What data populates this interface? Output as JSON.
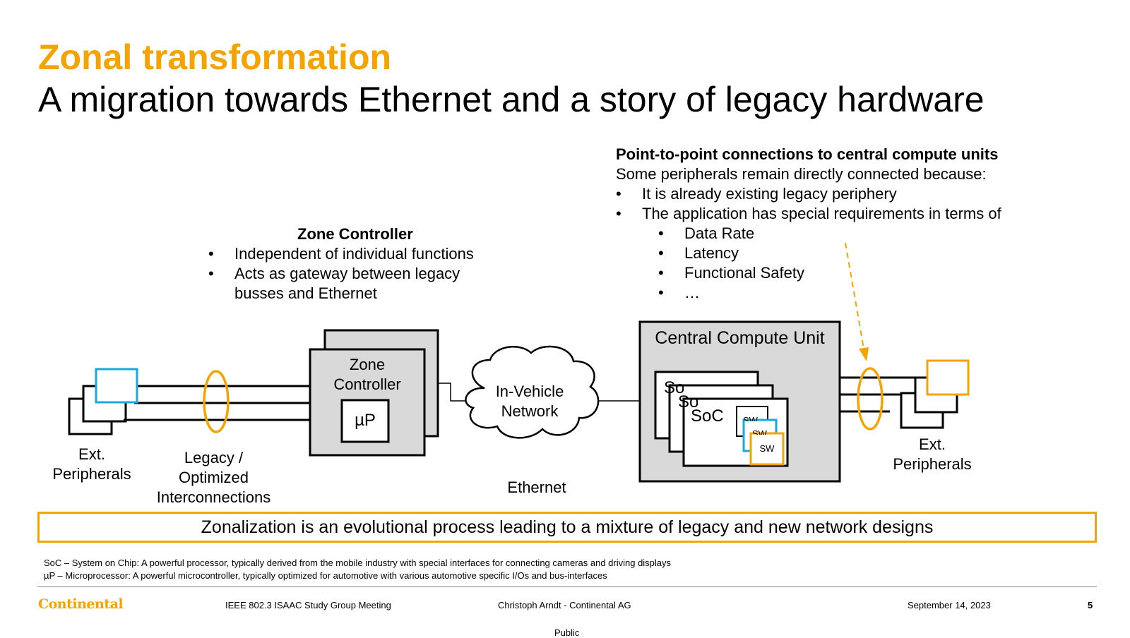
{
  "title": "Zonal transformation",
  "subtitle": "A migration towards Ethernet and a story of legacy hardware",
  "zone_controller_info": {
    "heading": "Zone Controller",
    "bullets": [
      "Independent of individual functions",
      "Acts as gateway between legacy",
      "busses and Ethernet"
    ]
  },
  "p2p_info": {
    "heading": "Point-to-point connections to central compute units",
    "intro": "Some peripherals remain directly connected because:",
    "bullets": [
      "It is already existing legacy periphery",
      "The application has special requirements in terms of"
    ],
    "sub_bullets": [
      "Data Rate",
      "Latency",
      "Functional Safety",
      "…"
    ]
  },
  "diagram": {
    "zone_controller_label_1": "Zone",
    "zone_controller_label_2": "Controller",
    "mcu_label": "µP",
    "network_label_1": "In-Vehicle",
    "network_label_2": "Network",
    "ccu_label": "Central Compute Unit",
    "soc_label": "SoC",
    "soc_partial": "SoC",
    "sw_label": "SW",
    "ext_left_1": "Ext.",
    "ext_left_2": "Peripherals",
    "legacy_1": "Legacy /",
    "legacy_2": "Optimized",
    "legacy_3": "Interconnections",
    "ethernet": "Ethernet",
    "ext_right_1": "Ext.",
    "ext_right_2": "Peripherals"
  },
  "banner": "Zonalization is an evolutional process leading to a mixture of legacy and new network designs",
  "footnotes": [
    "SoC – System on Chip: A powerful processor, typically derived from the mobile industry with special interfaces for connecting cameras and driving displays",
    "µP – Microprocessor:  A powerful microcontroller, typically optimized for automotive with various automotive specific I/Os and bus-interfaces"
  ],
  "footer": {
    "logo": "Continental",
    "event": "IEEE 802.3 ISAAC Study Group Meeting",
    "author": "Christoph Arndt - Continental AG",
    "date": "September 14, 2023",
    "page": "5",
    "classification": "Public"
  },
  "colors": {
    "accent": "#f5a300",
    "blue": "#1ba7e0",
    "grey_fill": "#d9d9d9"
  }
}
